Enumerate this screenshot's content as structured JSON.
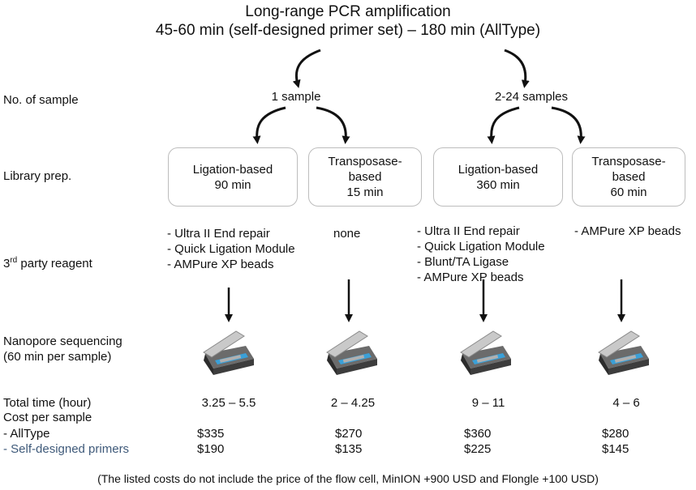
{
  "title": {
    "line1": "Long-range PCR amplification",
    "line2": "45-60 min (self-designed primer set) – 180 min (AllType)"
  },
  "row_labels": {
    "samples": "No. of sample",
    "library": "Library prep.",
    "reagent": "3rd party reagent",
    "reagent_base": "3",
    "reagent_sup": "rd",
    "reagent_rest": " party reagent",
    "sequencing_line1": "Nanopore sequencing",
    "sequencing_line2": "(60 min per sample)",
    "total_time": "Total time (hour)",
    "cost_header": "Cost per sample",
    "alltype": "- AllType",
    "self_designed": "- Self-designed primers"
  },
  "sample_groups": [
    "1 sample",
    "2-24 samples"
  ],
  "methods": [
    {
      "line1": "Ligation-based",
      "line2": "90 min",
      "reagents": [
        "- Ultra II End repair",
        "- Quick Ligation Module",
        "- AMPure XP beads"
      ],
      "total_time": "3.25 – 5.5",
      "cost_alltype": "$335",
      "cost_self": "$190"
    },
    {
      "line1": "Transposase-",
      "line2": "based",
      "line3": "15 min",
      "reagents": [
        "none"
      ],
      "total_time": "2 – 4.25",
      "cost_alltype": "$270",
      "cost_self": "$135"
    },
    {
      "line1": "Ligation-based",
      "line2": "360 min",
      "reagents": [
        "- Ultra II End repair",
        "- Quick Ligation Module",
        "- Blunt/TA Ligase",
        "- AMPure XP beads"
      ],
      "total_time": "9 – 11",
      "cost_alltype": "$360",
      "cost_self": "$225"
    },
    {
      "line1": "Transposase-",
      "line2": "based",
      "line3": "60 min",
      "reagents": [
        "- AMPure XP beads"
      ],
      "total_time": "4 – 6",
      "cost_alltype": "$280",
      "cost_self": "$145"
    }
  ],
  "footnote": "(The listed costs do not include the price of the flow cell, MinION +900 USD and Flongle +100 USD)",
  "colors": {
    "self_designed_label": "#3f5a7a",
    "box_border": "#bdbdbd",
    "device_accent": "#3aa0d8"
  },
  "icons": {
    "device": "minion-sequencer-icon"
  }
}
